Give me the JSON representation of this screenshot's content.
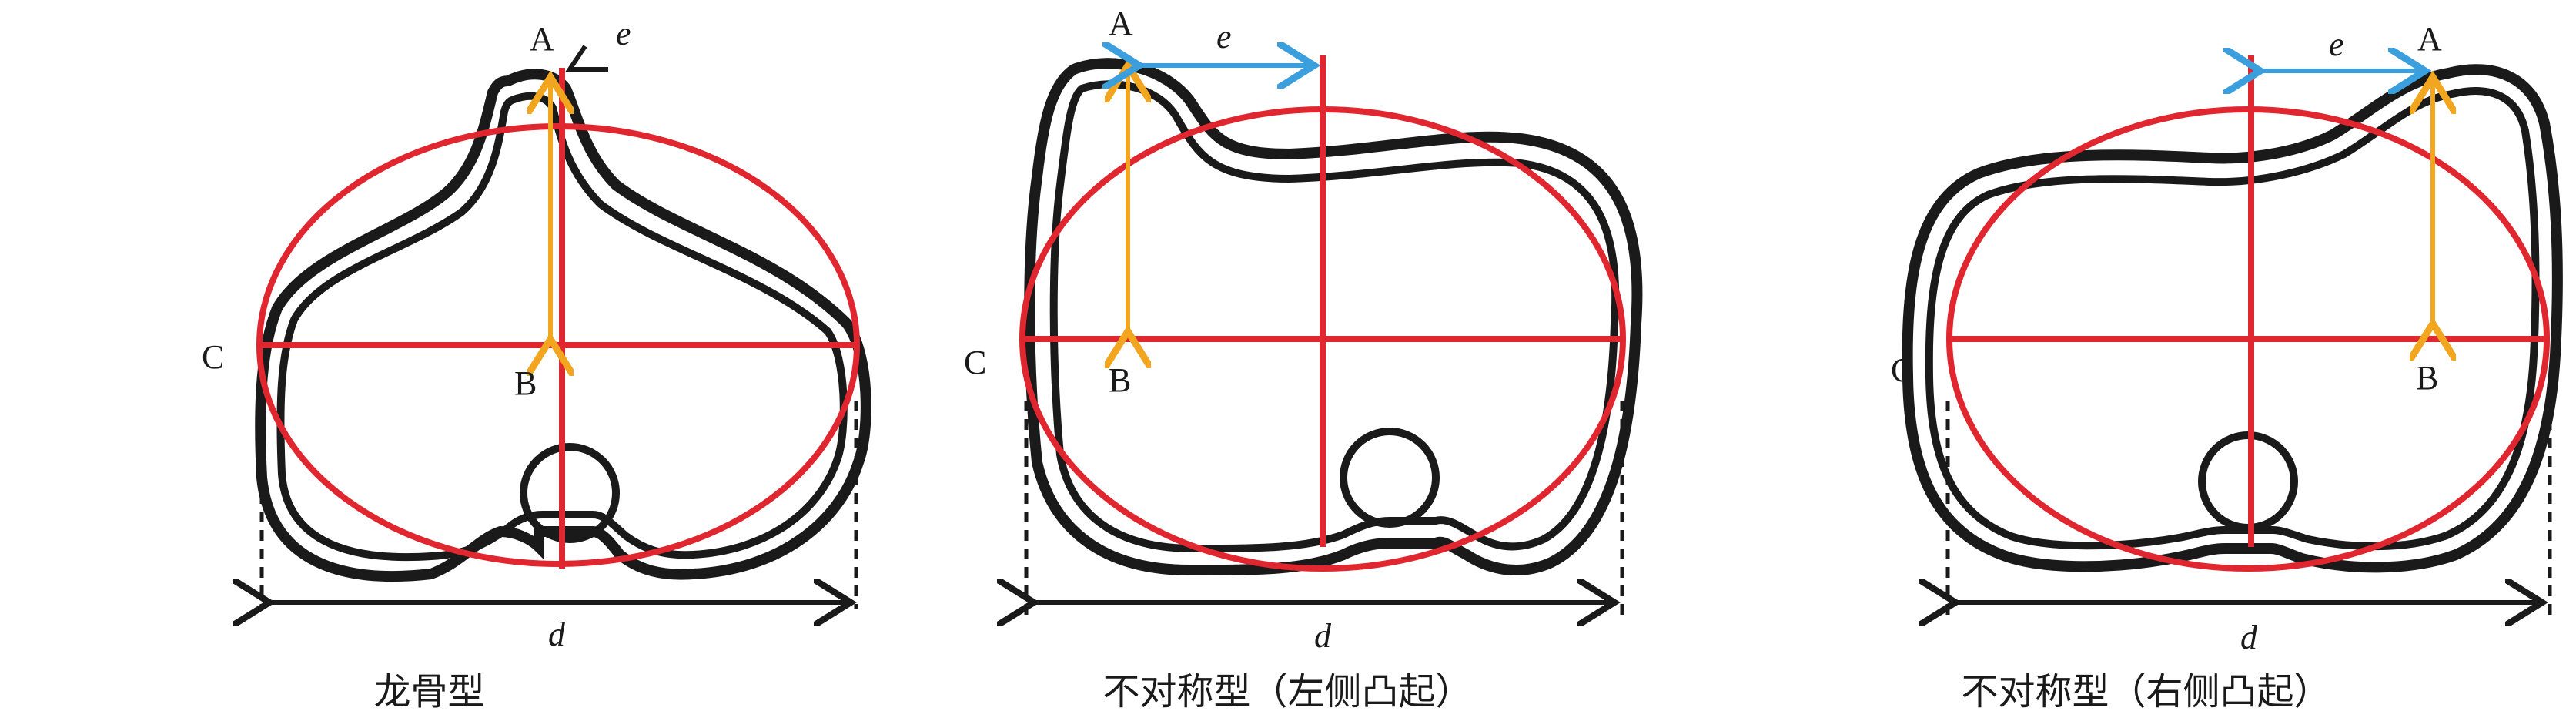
{
  "colors": {
    "outline": "#1a1a1a",
    "ellipse": "#e0262f",
    "height_arrow": "#f2a51e",
    "offset_arrow": "#3a9fdc",
    "width_arrow": "#1a1a1a"
  },
  "panels": [
    {
      "caption": "龙骨型",
      "label_a": "A",
      "label_b": "B",
      "label_c": "C",
      "label_d": "d",
      "label_e": "e"
    },
    {
      "caption": "不对称型（左侧凸起）",
      "label_a": "A",
      "label_b": "B",
      "label_c": "C",
      "label_d": "d",
      "label_e": "e"
    },
    {
      "caption": "不对称型（右侧凸起）",
      "label_a": "A",
      "label_b": "B",
      "label_c": "C",
      "label_d": "d",
      "label_e": "e"
    }
  ]
}
